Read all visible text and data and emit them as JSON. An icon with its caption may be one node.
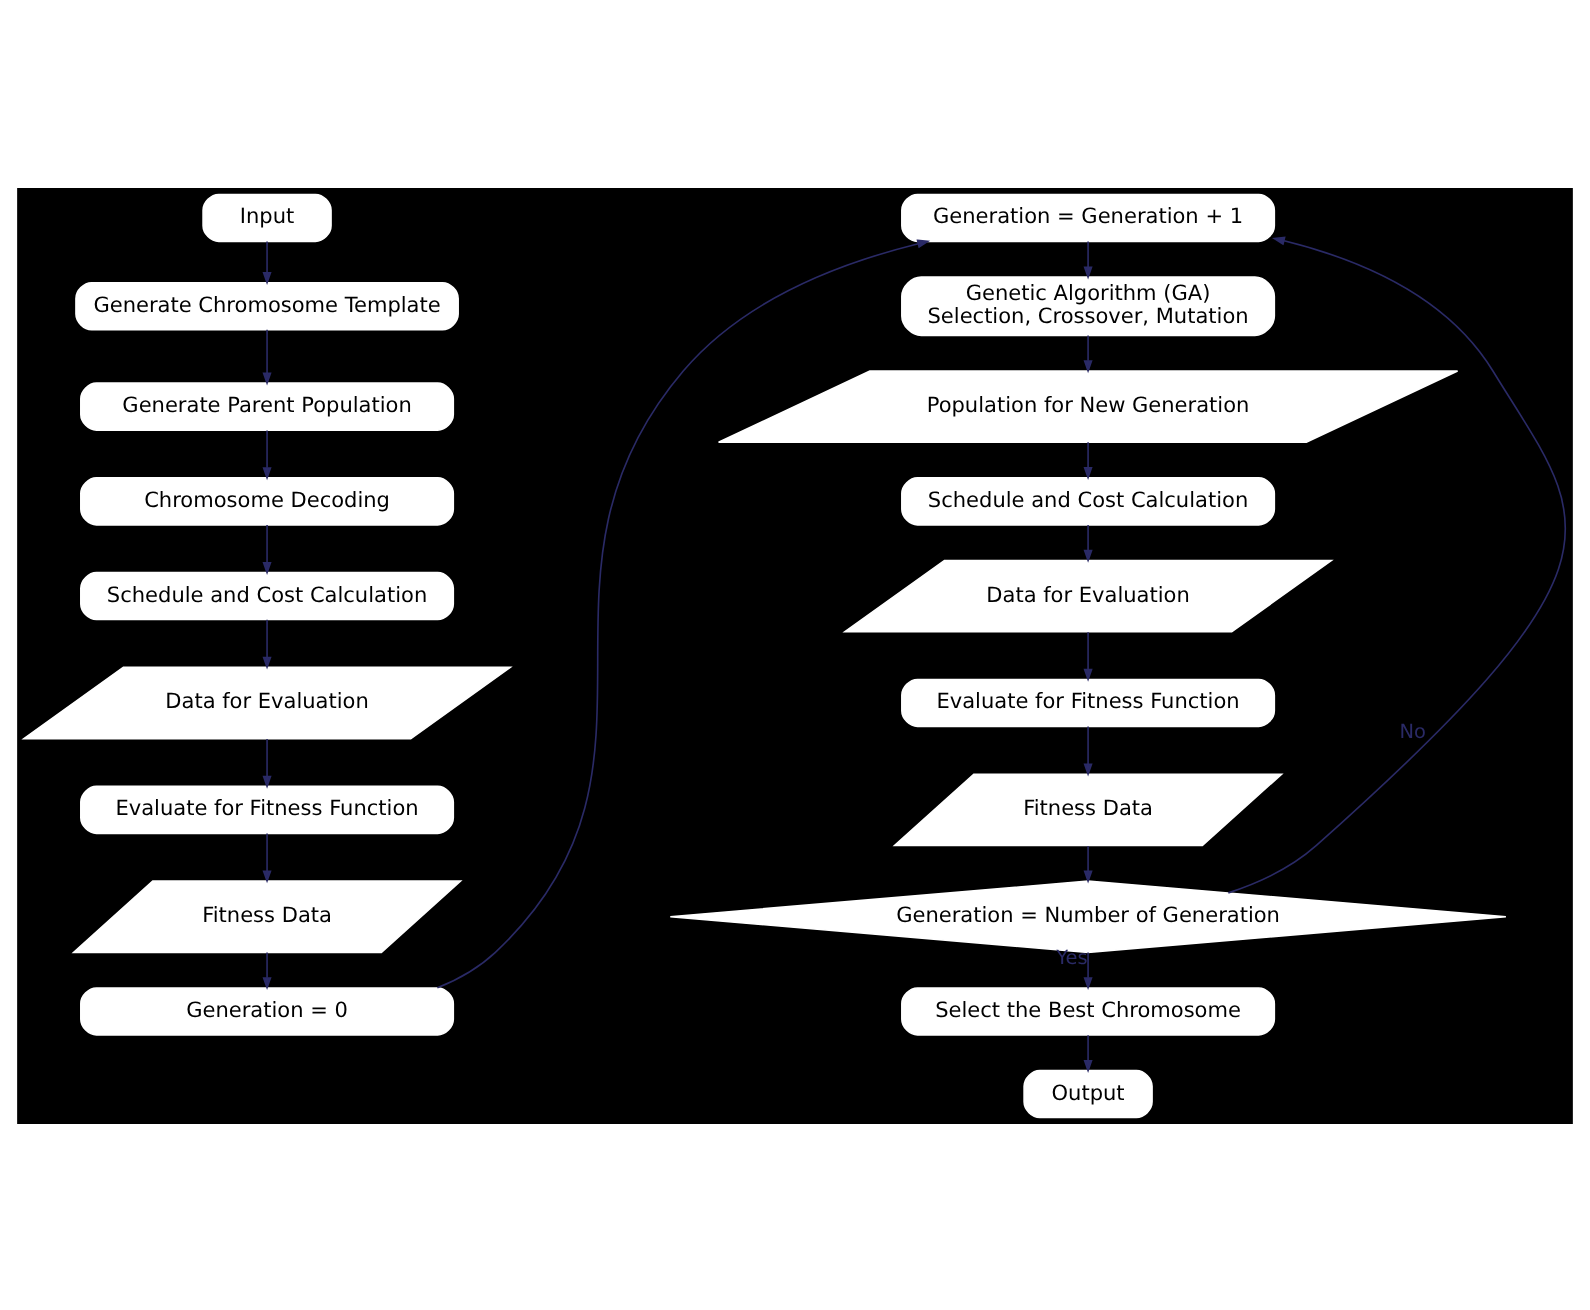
{
  "diagram": {
    "nodes": [
      {
        "text": [
          "Input"
        ]
      },
      {
        "text": [
          "Generate Chromosome Template"
        ]
      },
      {
        "text": [
          "Generate Parent Population"
        ]
      },
      {
        "text": [
          "Chromosome Decoding"
        ]
      },
      {
        "text": [
          "Schedule and Cost Calculation"
        ]
      },
      {
        "text": [
          "Data for Evaluation"
        ]
      },
      {
        "text": [
          "Evaluate for Fitness Function"
        ]
      },
      {
        "text": [
          "Fitness Data"
        ]
      },
      {
        "text": [
          "Generation = 0"
        ]
      },
      {
        "text": [
          "Generation = Generation + 1"
        ]
      },
      {
        "text": [
          "Genetic Algorithm (GA)",
          "Selection, Crossover, Mutation"
        ]
      },
      {
        "text": [
          "Population for New Generation"
        ]
      },
      {
        "text": [
          "Schedule and Cost Calculation"
        ]
      },
      {
        "text": [
          "Data for Evaluation"
        ]
      },
      {
        "text": [
          "Evaluate for Fitness Function"
        ]
      },
      {
        "text": [
          "Fitness Data"
        ]
      },
      {
        "text": [
          "Generation = Number of Generation"
        ]
      },
      {
        "text": [
          "Select the Best Chromosome"
        ]
      },
      {
        "text": [
          "Output"
        ]
      }
    ],
    "edges": [
      {
        "from": 0,
        "to": 1,
        "arrow": "to"
      },
      {
        "from": 1,
        "to": 2,
        "arrow": "to"
      },
      {
        "from": 2,
        "to": 3,
        "arrow": "to"
      },
      {
        "from": 3,
        "to": 4,
        "arrow": "to"
      },
      {
        "from": 4,
        "to": 5,
        "arrow": "to"
      },
      {
        "from": 5,
        "to": 6,
        "arrow": "to"
      },
      {
        "from": 6,
        "to": 7,
        "arrow": "to"
      },
      {
        "from": 7,
        "to": 8,
        "arrow": "to"
      },
      {
        "from": 8,
        "to": 9,
        "arrow": "to"
      },
      {
        "from": 9,
        "to": 10,
        "arrow": "to"
      },
      {
        "from": 10,
        "to": 11,
        "arrow": "to"
      },
      {
        "from": 11,
        "to": 12,
        "arrow": "to"
      },
      {
        "from": 12,
        "to": 13,
        "arrow": "to"
      },
      {
        "from": 13,
        "to": 14,
        "arrow": "to"
      },
      {
        "from": 14,
        "to": 15,
        "arrow": "to"
      },
      {
        "from": 15,
        "to": 16,
        "arrow": "to"
      },
      {
        "from": 16,
        "to": 9,
        "arrow": "to",
        "label": "No"
      },
      {
        "from": 16,
        "to": 17,
        "arrow": "to",
        "label": "Yes"
      },
      {
        "from": 17,
        "to": 18,
        "arrow": "to"
      }
    ]
  }
}
